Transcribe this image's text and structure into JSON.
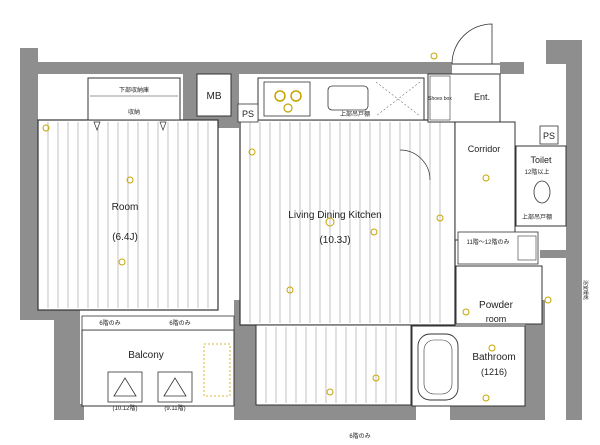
{
  "rooms": {
    "room": {
      "name": "Room",
      "size": "(6.4J)"
    },
    "ldk": {
      "name": "Living Dining Kitchen",
      "size": "(10.3J)"
    },
    "balcony": {
      "name": "Balcony"
    },
    "bathroom": {
      "name": "Bathroom",
      "size": "(1216)"
    },
    "powder": {
      "name": "Powder",
      "sub": "room"
    },
    "toilet": {
      "name": "Toilet"
    },
    "corridor": {
      "name": "Corridor"
    },
    "entrance": {
      "name": "Ent."
    },
    "mb": {
      "name": "MB"
    },
    "ps_kitchen": {
      "name": "PS"
    },
    "ps_right": {
      "name": "PS"
    },
    "shoes_box": {
      "name": "Shoes box"
    }
  },
  "fixtures": {
    "closet_label": "下部収納庫",
    "closet_small": "収納",
    "kitchen_note": "上部吊戸棚",
    "toilet_note1": "12階以上",
    "toilet_note2": "上部吊戸棚",
    "wash_note": "11階〜12階のみ",
    "balcony_note_left": "6階のみ",
    "balcony_note_right": "6階のみ",
    "hatch_left": "(10.12階)",
    "hatch_right": "(9.11階)",
    "bottom_note": "6階のみ",
    "side_note": "浴室暖乾"
  },
  "colors": {
    "wall": "#8e8e8e",
    "line": "#333333",
    "fixture": "#c8a400"
  }
}
